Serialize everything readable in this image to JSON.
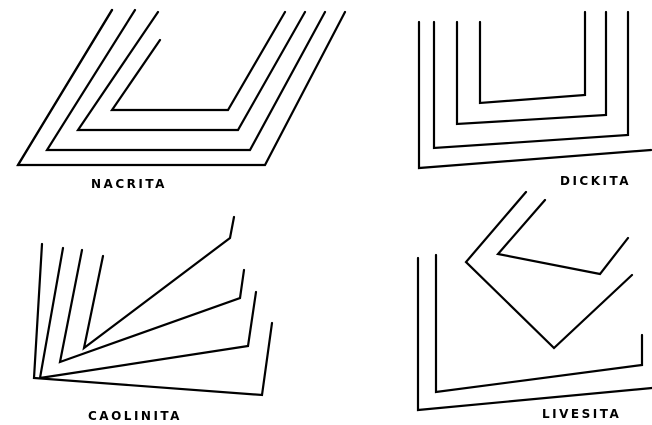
{
  "diagram": {
    "panels": [
      {
        "id": "nacrita",
        "label": "NACRITA"
      },
      {
        "id": "dickita",
        "label": "DICKITA"
      },
      {
        "id": "caolinita",
        "label": "CAOLINITA"
      },
      {
        "id": "livesita",
        "label": "LIVESITA"
      }
    ]
  }
}
